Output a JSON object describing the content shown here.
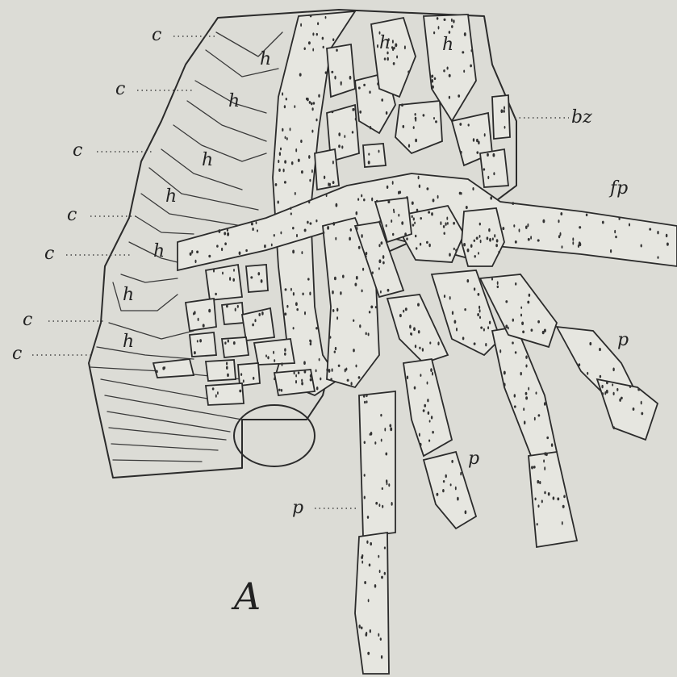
{
  "figure": {
    "panel_label": "A",
    "labels": {
      "c": "c",
      "h": "h",
      "bz": "bz",
      "fp": "fp",
      "p": "p"
    }
  }
}
